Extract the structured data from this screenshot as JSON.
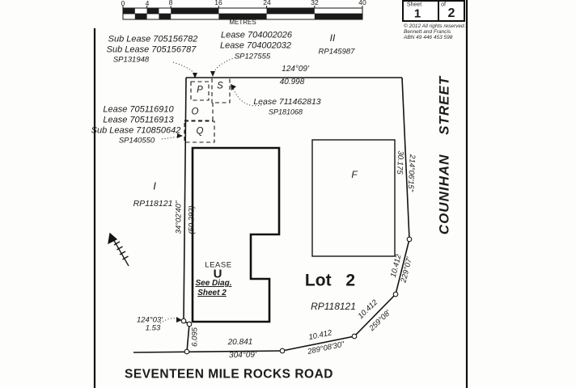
{
  "scale_bar": {
    "ticks": [
      "0",
      "4",
      "8",
      "16",
      "24",
      "32",
      "40"
    ],
    "unit_label": "METRES"
  },
  "title_block": {
    "sheet_label": "Sheet",
    "of_label": "of",
    "sheet_number": "1",
    "sheet_total": "2",
    "copyright_line1": "© 2012 All rights reserved.",
    "copyright_line2": "Bennett and Francis",
    "copyright_line3": "ABN 49 446 453 598"
  },
  "streets": {
    "east_street": "COUNIHAN STREET",
    "south_street": "SEVENTEEN MILE ROCKS ROAD"
  },
  "lot": {
    "name": "Lot 2",
    "plan": "RP118121"
  },
  "adjoining_parcels": {
    "west_label": "I",
    "west_plan": "RP118121",
    "north_label": "II",
    "north_plan": "RP145987"
  },
  "lease_notes": {
    "nw": {
      "line1": "Sub Lease 705156782",
      "line2": "Sub Lease 705156787",
      "plan": "SP131948"
    },
    "north": {
      "line1": "Lease 704002026",
      "line2": "Lease 704002032",
      "plan": "SP127555"
    },
    "ne": {
      "line1": "Lease 711462813",
      "plan": "SP181068"
    },
    "west": {
      "line1": "Lease 705116910",
      "line2": "Lease 705116913",
      "line3": "Sub Lease 710850642",
      "plan": "SP140550"
    }
  },
  "lease_letters": {
    "p": "P",
    "s": "S",
    "o": "O",
    "q": "Q",
    "f": "F"
  },
  "lease_u": {
    "title": "LEASE",
    "letter": "U",
    "note1": "See Diag.",
    "note2": "Sheet 2"
  },
  "boundaries": {
    "north": {
      "bearing": "124°09'",
      "distance": "40.998"
    },
    "west": {
      "bearing": "34°02'40\"",
      "distance": "(50.292)"
    },
    "east": {
      "bearing": "214°06'15\"",
      "distance": "30.175"
    },
    "south": {
      "bearing": "304°09'",
      "distance": "20.841"
    },
    "sw_jog": {
      "bearing": "124°03'",
      "distance": "1.53"
    },
    "sw_short": {
      "distance": "6.095"
    },
    "se1": {
      "bearing": "289°08'30\"",
      "distance": "10.412"
    },
    "se2": {
      "bearing": "259°08'",
      "distance": "10.412"
    },
    "se3": {
      "bearing": "229°07'",
      "distance": "10.412"
    }
  }
}
